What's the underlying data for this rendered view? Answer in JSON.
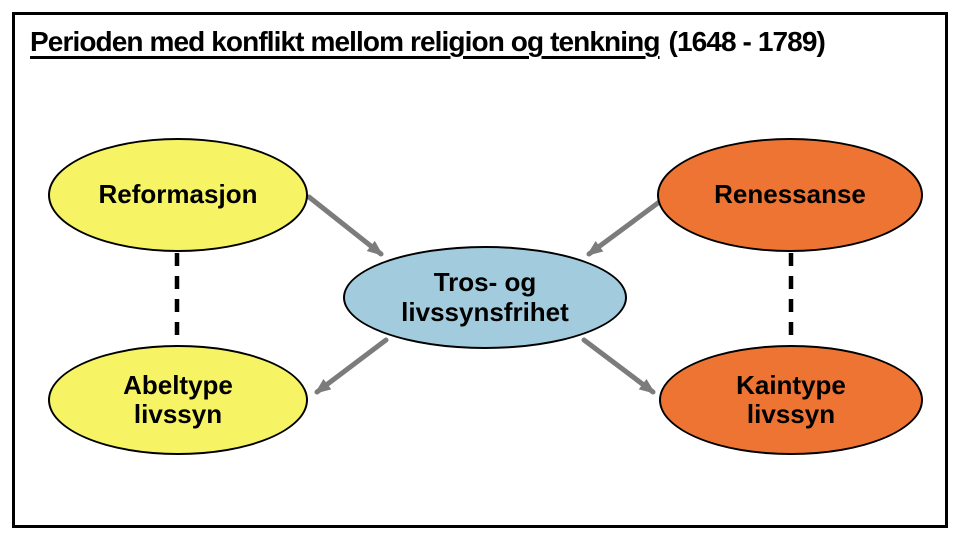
{
  "title": {
    "main": "Perioden med konflikt mellom religion og tenkning",
    "suffix": "(1648 - 1789)"
  },
  "diagram": {
    "nodes": [
      {
        "id": "reformasjon",
        "lines": [
          "Reformasjon",
          ""
        ],
        "fill": "#F6F464"
      },
      {
        "id": "renessanse",
        "lines": [
          "Renessanse",
          ""
        ],
        "fill": "#ED7433"
      },
      {
        "id": "trosfrihet",
        "lines": [
          "Tros- og",
          "livssynsfrihet"
        ],
        "fill": "#A2CCDD"
      },
      {
        "id": "abeltype",
        "lines": [
          "Abeltype",
          "livssyn"
        ],
        "fill": "#F6F464"
      },
      {
        "id": "kaintype",
        "lines": [
          "Kaintype",
          "livssyn"
        ],
        "fill": "#ED7433"
      }
    ],
    "edges": [
      {
        "from": "reformasjon",
        "to": "trosfrihet",
        "style": "solid-arrow"
      },
      {
        "from": "renessanse",
        "to": "trosfrihet",
        "style": "solid-arrow"
      },
      {
        "from": "trosfrihet",
        "to": "abeltype",
        "style": "solid-arrow"
      },
      {
        "from": "trosfrihet",
        "to": "kaintype",
        "style": "solid-arrow"
      },
      {
        "from": "reformasjon",
        "to": "abeltype",
        "style": "dashed-line"
      },
      {
        "from": "renessanse",
        "to": "kaintype",
        "style": "dashed-line"
      }
    ],
    "colors": {
      "yellow": "#F6F464",
      "orange": "#ED7433",
      "blue": "#A2CCDD",
      "arrow_gray": "#7C7C7C",
      "outline_black": "#000000"
    }
  }
}
